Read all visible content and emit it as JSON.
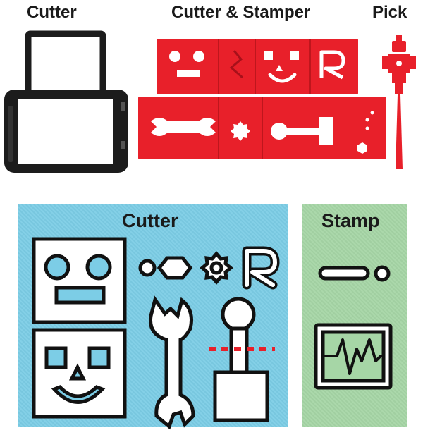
{
  "labels": {
    "cutter_top": "Cutter",
    "cutter_stamper": "Cutter & Stamper",
    "pick": "Pick",
    "cutter_panel": "Cutter",
    "stamp_panel": "Stamp"
  },
  "colors": {
    "cutter_plastic": "#1c1c1c",
    "stamper_plastic": "#e8202a",
    "cutter_panel_bg": "#7ccde6",
    "stamp_panel_bg": "#a6d6a6",
    "outline": "#111111",
    "shape_fill": "#ffffff",
    "cut_line": "#e8202a"
  },
  "tray_letter": "R",
  "cutter_shapes": [
    "robot-face",
    "smile-face",
    "circle",
    "hexagon",
    "gear",
    "letter-r",
    "wrench",
    "joystick"
  ],
  "stamp_shapes": [
    "line-dot",
    "monitor-waveform"
  ]
}
